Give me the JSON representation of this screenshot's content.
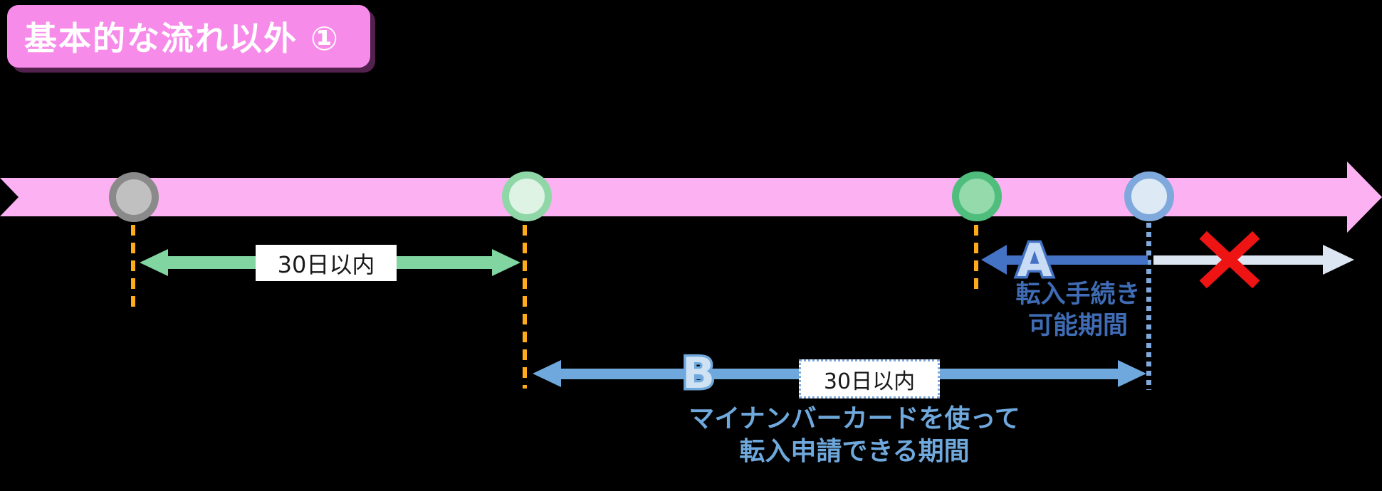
{
  "title": {
    "label": "基本的な流れ以外 ①"
  },
  "timeline": {
    "direction": "left-to-right",
    "band_color": "#FCB1F3",
    "events": [
      {
        "marker": "gray-circle",
        "border": "#8A8A8A",
        "fill": "#C0C0C0"
      },
      {
        "marker": "light-green-circle",
        "border": "#90D7A8",
        "fill": "#DFF3E5"
      },
      {
        "marker": "green-circle",
        "border": "#4FBE7C",
        "fill": "#94DAAA"
      },
      {
        "marker": "light-blue-circle",
        "border": "#7FA9DC",
        "fill": "#DDEAF6"
      }
    ]
  },
  "spans": {
    "green": {
      "label": "30日以内",
      "color": "#80D5A1"
    },
    "a": {
      "letter": "A",
      "caption1": "転入手続き",
      "caption2": "可能期間",
      "arrow_color": "#4472C4"
    },
    "b": {
      "letter": "B",
      "label": "30日以内",
      "caption1": "マイナンバーカードを使って",
      "caption2": "転入申請できる期間",
      "arrow_color": "#6FA8DC"
    },
    "invalid": {
      "mark": "✕",
      "color": "#EE1414",
      "arrow_color": "#DCE6F3"
    }
  },
  "colors": {
    "background": "#000000",
    "title_box": "#F78BE9",
    "guide_dash_orange": "#FFAB1A",
    "guide_dot_blue": "#7FA9DC",
    "letter_fill": "#C9DCF5"
  }
}
